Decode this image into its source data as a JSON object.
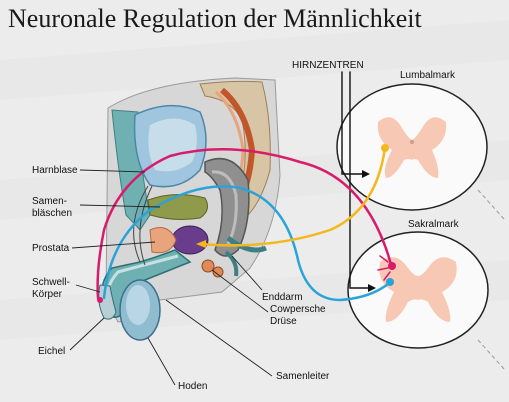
{
  "title": "Neuronale Regulation der Männlichkeit",
  "labels": {
    "hirnzentren": "HIRNZENTREN",
    "lumbalmark": "Lumbalmark",
    "sakralmark": "Sakralmark",
    "harnblase": "Harnblase",
    "samenblaeschen_1": "Samen-",
    "samenblaeschen_2": "bläschen",
    "prostata": "Prostata",
    "schwellkoerper_1": "Schwell-",
    "schwellkoerper_2": "Körper",
    "eichel": "Eichel",
    "hoden": "Hoden",
    "samenleiter": "Samenleiter",
    "enddarm": "Enddarm",
    "cowpersche_1": "Cowpersche",
    "cowpersche_2": "Drüse"
  },
  "colors": {
    "background": "#ececec",
    "nerve_magenta": "#d81b6b",
    "nerve_blue": "#2aa3d8",
    "nerve_yellow": "#f4b81c",
    "spinal_grey_matter": "#f7c9b4",
    "tissue_teal": "#6fb0b3",
    "bladder_blue": "#9fc6de",
    "prostata_purple": "#6a3d8c"
  }
}
